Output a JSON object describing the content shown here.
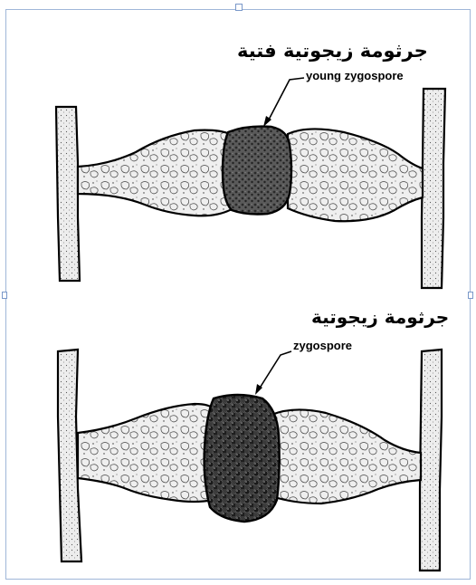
{
  "labels": {
    "top_arabic": "جرثومة زيجوتية فتية",
    "top_english": "young zygospore",
    "bottom_arabic": "جرثومة زيجوتية",
    "bottom_english": "zygospore"
  },
  "colors": {
    "frame_border": "#9fb6d8",
    "ink": "#000000",
    "stipple_fill": "#e9e9e9",
    "young_zygospore_fill": "#5a5a5a",
    "zygospore_fill": "#2a2a2a"
  }
}
